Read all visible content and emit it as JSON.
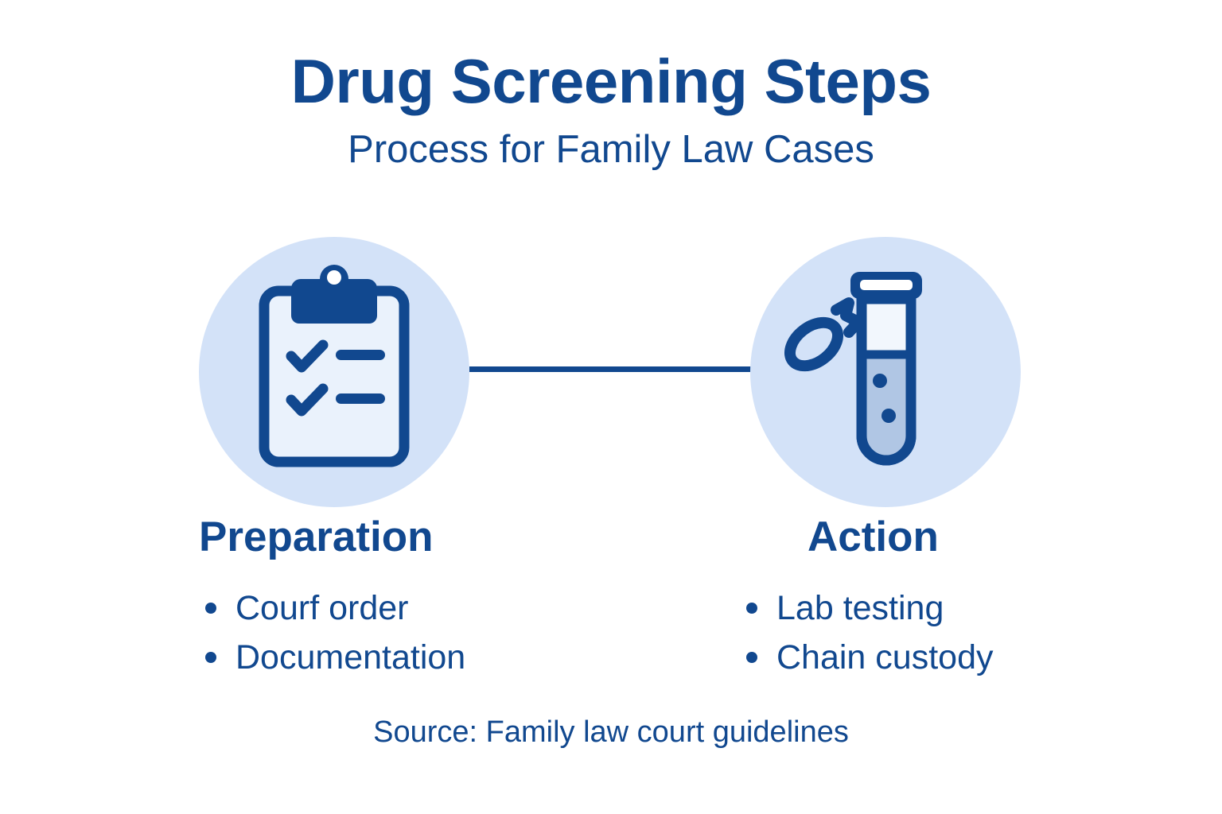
{
  "header": {
    "title": "Drug Screening Steps",
    "subtitle": "Process for Family Law Cases"
  },
  "theme": {
    "background": "#ffffff",
    "primary_blue": "#11488f",
    "circle_fill": "#d3e2f8",
    "liquid_fill": "#b0c6e4",
    "tube_upper_fill": "#f2f7fd",
    "clipboard_page_fill": "#eaf2fc"
  },
  "diagram": {
    "type": "two-step-process",
    "connector": "horizontal-line",
    "nodes": [
      {
        "id": "preparation",
        "icon": "clipboard-checklist-icon",
        "icon_description": "Clipboard with two checkmarks and two dash lines",
        "position": "left"
      },
      {
        "id": "action",
        "icon": "test-tube-dropper-icon",
        "icon_description": "Capped test tube half filled with liquid and two bubbles, with a dropper pipette",
        "position": "right"
      }
    ]
  },
  "columns": [
    {
      "heading": "Preparation",
      "bullets": [
        "Courf order",
        "Documentation"
      ]
    },
    {
      "heading": "Action",
      "bullets": [
        "Lab testing",
        "Chain custody"
      ]
    }
  ],
  "footer": {
    "source": "Source: Family law court guidelines"
  }
}
